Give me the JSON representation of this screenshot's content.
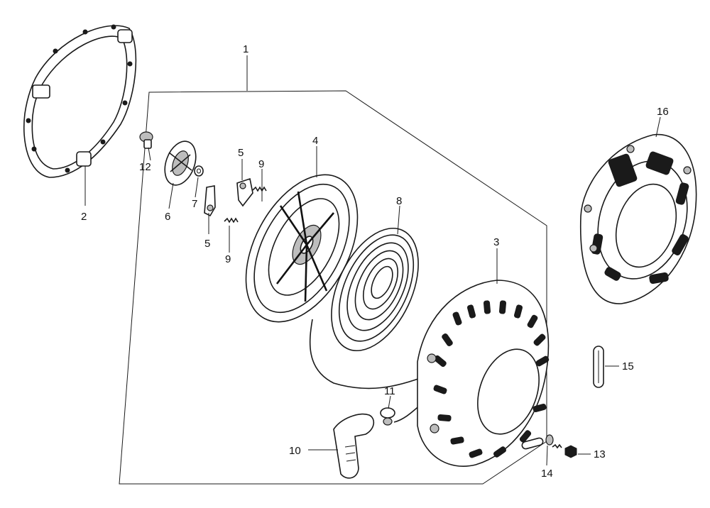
{
  "callouts": {
    "c1": "1",
    "c2": "2",
    "c3": "3",
    "c4": "4",
    "c5a": "5",
    "c5b": "5",
    "c6": "6",
    "c7": "7",
    "c8": "8",
    "c9a": "9",
    "c9b": "9",
    "c10": "10",
    "c11": "11",
    "c12": "12",
    "c13": "13",
    "c14": "14",
    "c15": "15",
    "c16": "16"
  }
}
